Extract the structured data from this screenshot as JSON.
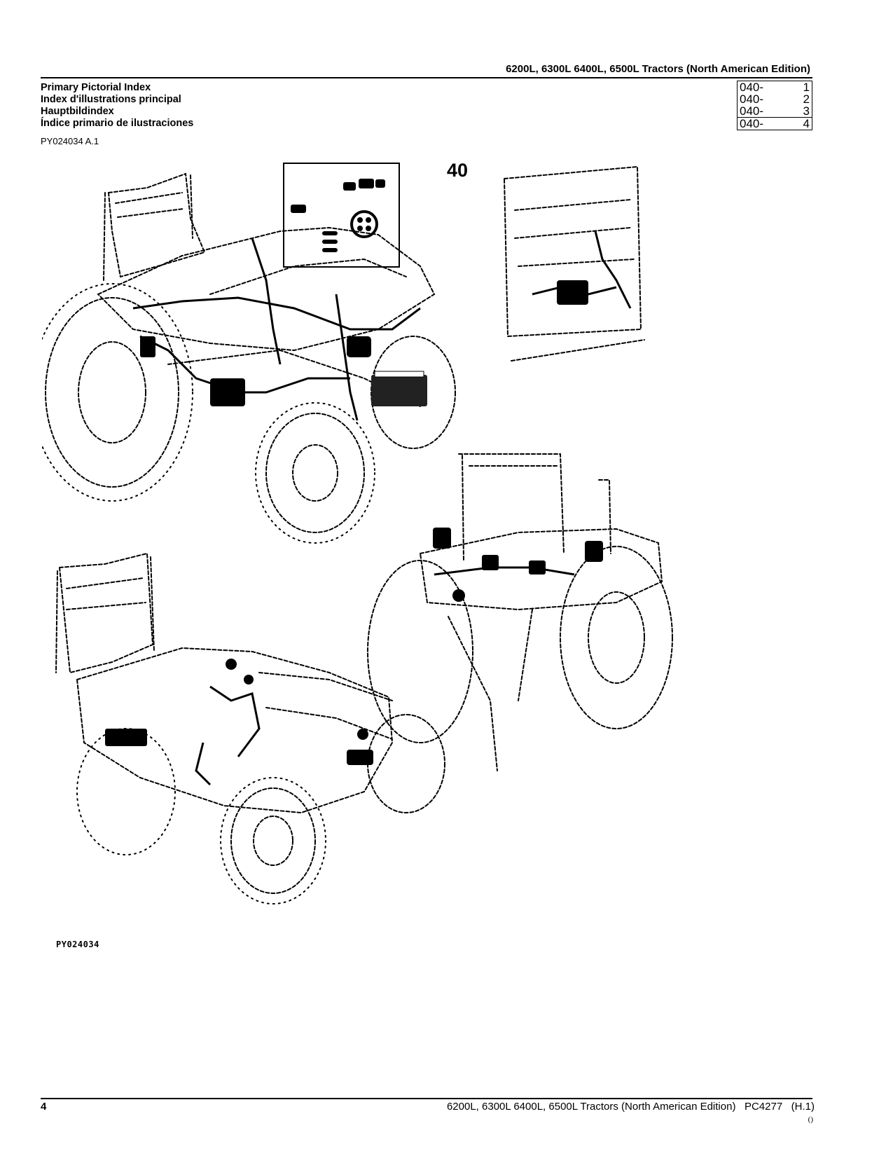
{
  "header": {
    "title": "6200L, 6300L 6400L, 6500L Tractors (North American Edition)"
  },
  "titles": [
    "Primary Pictorial Index",
    "Index d'illustrations principal",
    "Hauptbildindex",
    "Índice primario de ilustraciones"
  ],
  "reference_code": "PY024034 A.1",
  "index_table": [
    {
      "code": "040-",
      "num": "1"
    },
    {
      "code": "040-",
      "num": "2"
    },
    {
      "code": "040-",
      "num": "3"
    },
    {
      "code": "040-",
      "num": "4"
    }
  ],
  "figure": {
    "number": "40",
    "code": "PY024034"
  },
  "footer": {
    "page_number": "4",
    "text": "6200L, 6300L 6400L, 6500L Tractors (North American Edition)   PC4277   (H.1)",
    "mark": "()"
  }
}
